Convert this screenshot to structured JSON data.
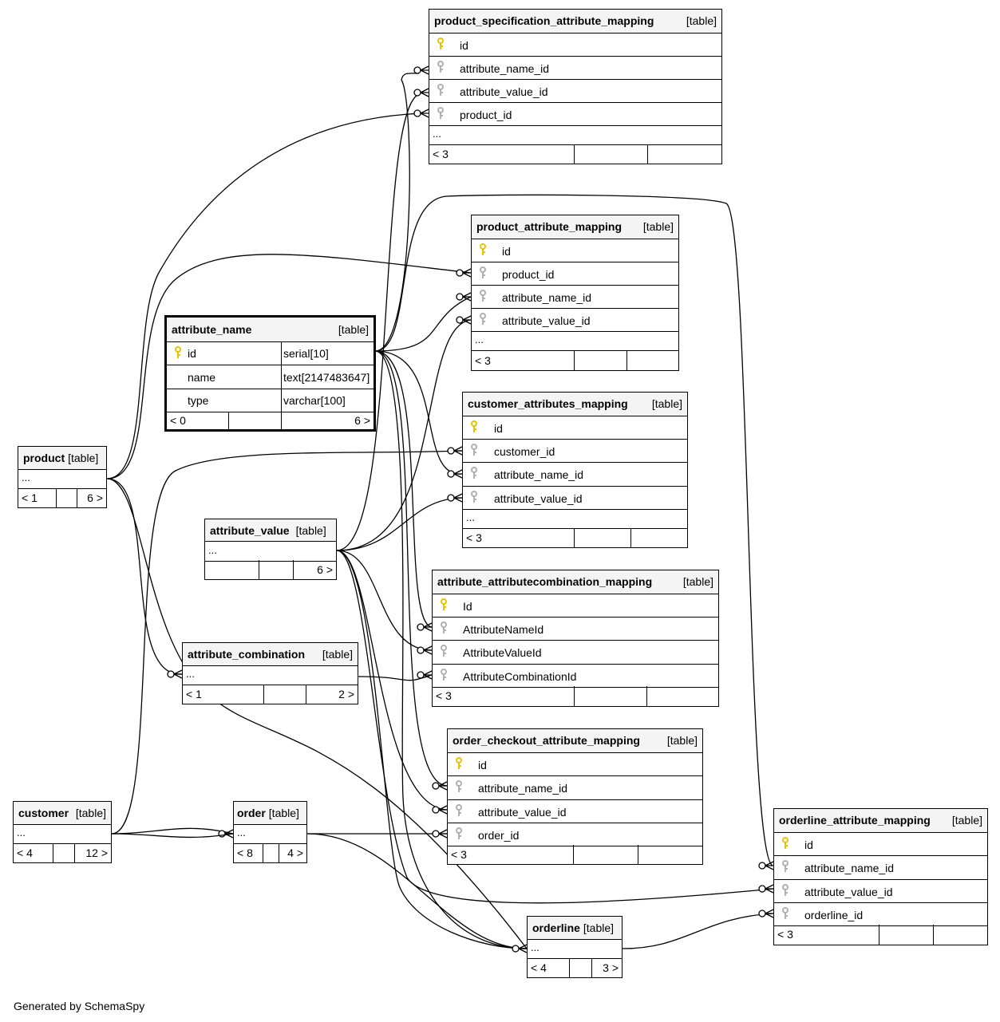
{
  "tables": [
    {
      "id": "psam",
      "name": "product_specification_attribute_mapping",
      "tag": "[table]",
      "columns": [
        {
          "name": "id",
          "pk": true
        },
        {
          "name": "attribute_name_id"
        },
        {
          "name": "attribute_value_id"
        },
        {
          "name": "product_id"
        }
      ],
      "ellipsis": "...",
      "footer": {
        "left": "< 3",
        "mid": "",
        "right": ""
      }
    },
    {
      "id": "pam",
      "name": "product_attribute_mapping",
      "tag": "[table]",
      "columns": [
        {
          "name": "id",
          "pk": true
        },
        {
          "name": "product_id"
        },
        {
          "name": "attribute_name_id"
        },
        {
          "name": "attribute_value_id"
        }
      ],
      "ellipsis": "...",
      "footer": {
        "left": "< 3",
        "mid": "",
        "right": ""
      }
    },
    {
      "id": "an",
      "name": "attribute_name",
      "tag": "[table]",
      "columns": [
        {
          "name": "id",
          "pk": true,
          "type": "serial[10]"
        },
        {
          "name": "name",
          "type": "text[2147483647]"
        },
        {
          "name": "type",
          "type": "varchar[100]"
        }
      ],
      "footer": {
        "left": "< 0",
        "mid": "",
        "right": "6 >"
      }
    },
    {
      "id": "cam",
      "name": "customer_attributes_mapping",
      "tag": "[table]",
      "columns": [
        {
          "name": "id",
          "pk": true
        },
        {
          "name": "customer_id"
        },
        {
          "name": "attribute_name_id"
        },
        {
          "name": "attribute_value_id"
        }
      ],
      "ellipsis": "...",
      "footer": {
        "left": "< 3",
        "mid": "",
        "right": ""
      }
    },
    {
      "id": "product",
      "name": "product",
      "tag": "[table]",
      "columns": [],
      "ellipsis": "...",
      "footer": {
        "left": "< 1",
        "mid": "",
        "right": "6 >"
      }
    },
    {
      "id": "av",
      "name": "attribute_value",
      "tag": "[table]",
      "columns": [],
      "ellipsis": "...",
      "footer": {
        "left": "",
        "mid": "",
        "right": "6 >"
      }
    },
    {
      "id": "aacm",
      "name": "attribute_attributecombination_mapping",
      "tag": "[table]",
      "columns": [
        {
          "name": "Id",
          "pk": true
        },
        {
          "name": "AttributeNameId"
        },
        {
          "name": "AttributeValueId"
        },
        {
          "name": "AttributeCombinationId"
        }
      ],
      "footer": {
        "left": "< 3",
        "mid": "",
        "right": ""
      }
    },
    {
      "id": "ac",
      "name": "attribute_combination",
      "tag": "[table]",
      "columns": [],
      "ellipsis": "...",
      "footer": {
        "left": "< 1",
        "mid": "",
        "right": "2 >"
      }
    },
    {
      "id": "ocam",
      "name": "order_checkout_attribute_mapping",
      "tag": "[table]",
      "columns": [
        {
          "name": "id",
          "pk": true
        },
        {
          "name": "attribute_name_id"
        },
        {
          "name": "attribute_value_id"
        },
        {
          "name": "order_id"
        }
      ],
      "footer": {
        "left": "< 3",
        "mid": "",
        "right": ""
      }
    },
    {
      "id": "customer",
      "name": "customer",
      "tag": "[table]",
      "columns": [],
      "ellipsis": "...",
      "footer": {
        "left": "< 4",
        "mid": "",
        "right": "12 >"
      }
    },
    {
      "id": "order",
      "name": "order",
      "tag": "[table]",
      "columns": [],
      "ellipsis": "...",
      "footer": {
        "left": "< 8",
        "mid": "",
        "right": "4 >"
      }
    },
    {
      "id": "olam",
      "name": "orderline_attribute_mapping",
      "tag": "[table]",
      "columns": [
        {
          "name": "id",
          "pk": true
        },
        {
          "name": "attribute_name_id"
        },
        {
          "name": "attribute_value_id"
        },
        {
          "name": "orderline_id"
        }
      ],
      "footer": {
        "left": "< 3",
        "mid": "",
        "right": ""
      }
    },
    {
      "id": "orderline",
      "name": "orderline",
      "tag": "[table]",
      "columns": [],
      "ellipsis": "...",
      "footer": {
        "left": "< 4",
        "mid": "",
        "right": "3 >"
      }
    }
  ],
  "credit": "Generated by SchemaSpy",
  "colors": {
    "pk_key": "#e8c400",
    "fk_key": "#b0b0b0",
    "header_bg": "#f4f4f4",
    "line": "#000000"
  }
}
